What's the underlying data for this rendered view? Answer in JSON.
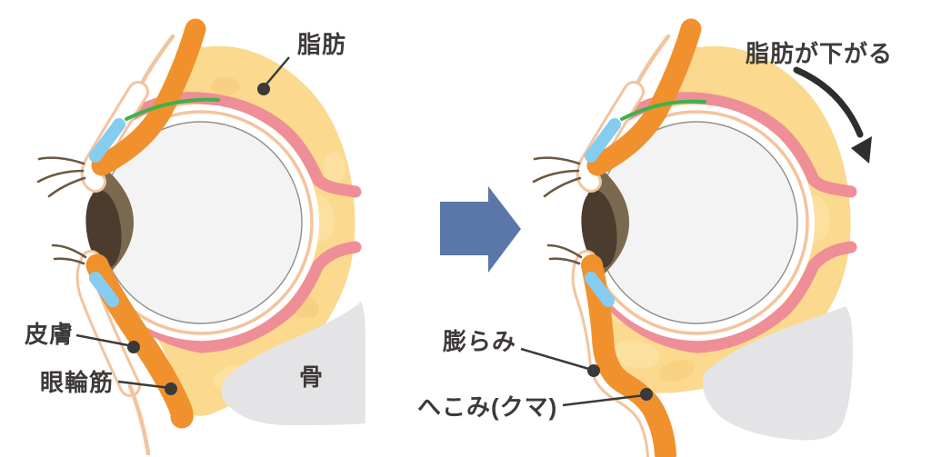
{
  "figure": {
    "title": "eye-anatomy-aging-diagram",
    "panels": {
      "before": {
        "labels": {
          "fat": "脂肪",
          "skin": "皮膚",
          "orbicularis": "眼輪筋",
          "bone": "骨"
        }
      },
      "after": {
        "labels": {
          "fat_descends": "脂肪が下がる",
          "bulge": "膨らみ",
          "hollow": "へこみ(クマ)"
        }
      }
    },
    "colors": {
      "fat": "#FBD98E",
      "fat_light": "#FDE7B0",
      "fat_dark": "#F5C878",
      "pink_band": "#EE8E96",
      "muscle_orange": "#F0912D",
      "skin_outline": "#F2C49E",
      "skin_white": "#FFFFFF",
      "tarsus_blue": "#85CCF1",
      "levator_green": "#3CB24B",
      "bone_gray": "#E4E4E6",
      "eyeball_fill": "#F3F3F4",
      "eyeball_outline": "#8E8E8E",
      "ring_white": "#FFFFFF",
      "iris_brown": "#7A6950",
      "pupil_brown": "#4C3C2E",
      "lash_brown": "#6B5844",
      "label_text": "#3E3A39",
      "leader_line": "#3A3A3A",
      "transition_arrow": "#5B76A8",
      "descend_arrow": "#2E2E2E"
    }
  }
}
